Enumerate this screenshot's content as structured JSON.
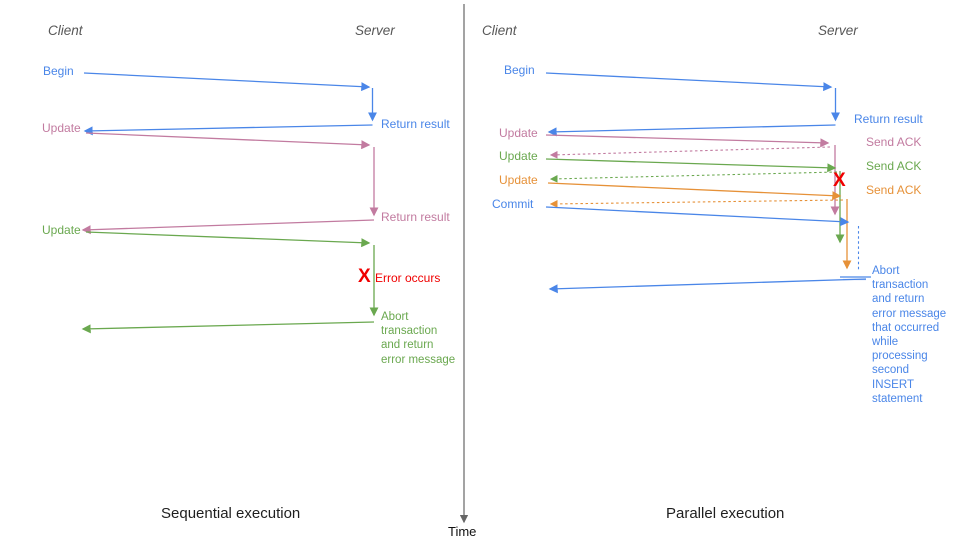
{
  "colors": {
    "blue": "#4a86e8",
    "pink": "#c27ba0",
    "green": "#6aa84f",
    "orange": "#e69138",
    "red": "#f00000",
    "axis": "#666666",
    "header": "#575757",
    "title": "#1f1f1f"
  },
  "time_axis": {
    "label": "Time"
  },
  "left": {
    "title": "Sequential execution",
    "client_header": "Client",
    "server_header": "Server",
    "begin": "Begin",
    "return_result_1": "Return result",
    "update_1": "Update",
    "return_result_2": "Return result",
    "update_2": "Update",
    "error_marker": "X",
    "error_occurs": "Error occurs",
    "abort_message": "Abort\ntransaction\nand return\nerror message"
  },
  "right": {
    "title": "Parallel execution",
    "client_header": "Client",
    "server_header": "Server",
    "begin": "Begin",
    "return_result": "Return result",
    "update_1": "Update",
    "send_ack_1": "Send ACK",
    "update_2": "Update",
    "send_ack_2": "Send ACK",
    "update_3": "Update",
    "send_ack_3": "Send ACK",
    "commit": "Commit",
    "error_marker": "X",
    "abort_message": "Abort\ntransaction\nand return\nerror message\nthat occurred\nwhile\nprocessing\nsecond\nINSERT\nstatement"
  }
}
